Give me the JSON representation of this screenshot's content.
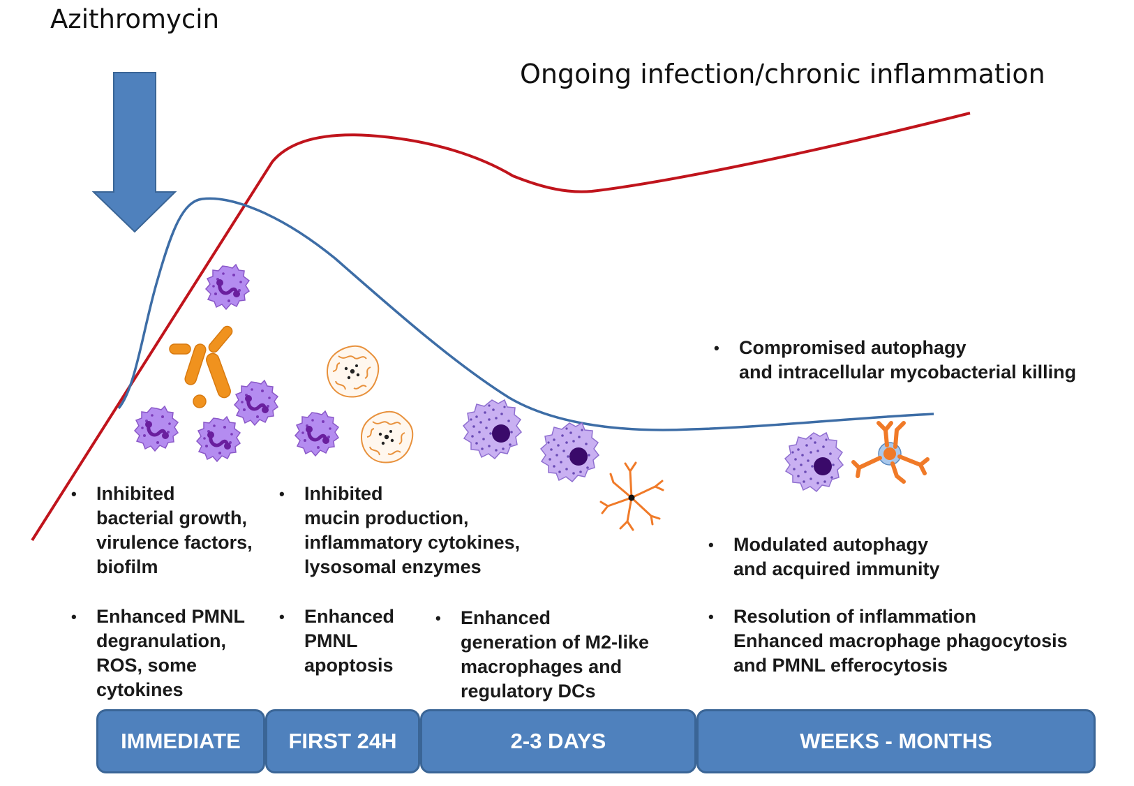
{
  "drug_label": "Azithromycin",
  "chronic_label": "Ongoing infection/chronic inflammation",
  "colors": {
    "chronic_curve": "#c0141c",
    "resolving_curve": "#3d6da6",
    "arrow": "#4f81bd",
    "phase_bar": "#4f81bd",
    "neutrophil": "#b48cf0",
    "bacteria": "#f0921e",
    "cell_outline": "#e8913c"
  },
  "icons": [
    "down-arrow",
    "neutrophil-cell",
    "rod-bacteria",
    "goblet-cell",
    "macrophage-cell",
    "dendritic-cell"
  ],
  "effects": {
    "immediate_top": {
      "bullet": "•",
      "lines": [
        "Inhibited",
        "bacterial growth,",
        "virulence factors,",
        "biofilm"
      ]
    },
    "immediate_bottom": {
      "bullet": "•",
      "lines": [
        "Enhanced PMNL",
        "degranulation,",
        "ROS, some",
        "cytokines"
      ]
    },
    "first24h_top": {
      "bullet": "•",
      "lines": [
        "Inhibited",
        "mucin  production,",
        "inflammatory  cytokines,",
        "lysosomal  enzymes"
      ]
    },
    "first24h_bottom": {
      "bullet": "•",
      "lines": [
        "Enhanced",
        "PMNL",
        "apoptosis"
      ]
    },
    "days_bottom": {
      "bullet": "•",
      "lines": [
        "Enhanced",
        "generation of M2-like",
        "macrophages and",
        "regulatory DCs"
      ]
    },
    "weeks_autophagy": {
      "bullet": "•",
      "lines": [
        "Compromised  autophagy",
        "and intracellular mycobacterial  killing"
      ]
    },
    "weeks_immunity": {
      "bullet": "•",
      "lines": [
        "Modulated autophagy",
        "and acquired immunity"
      ]
    },
    "weeks_resolution": {
      "bullet": "•",
      "lines": [
        "Resolution of inflammation",
        "Enhanced  macrophage phagocytosis",
        "and PMNL efferocytosis"
      ]
    }
  },
  "phases": [
    "IMMEDIATE",
    "FIRST 24H",
    "2-3 DAYS",
    "WEEKS - MONTHS"
  ]
}
